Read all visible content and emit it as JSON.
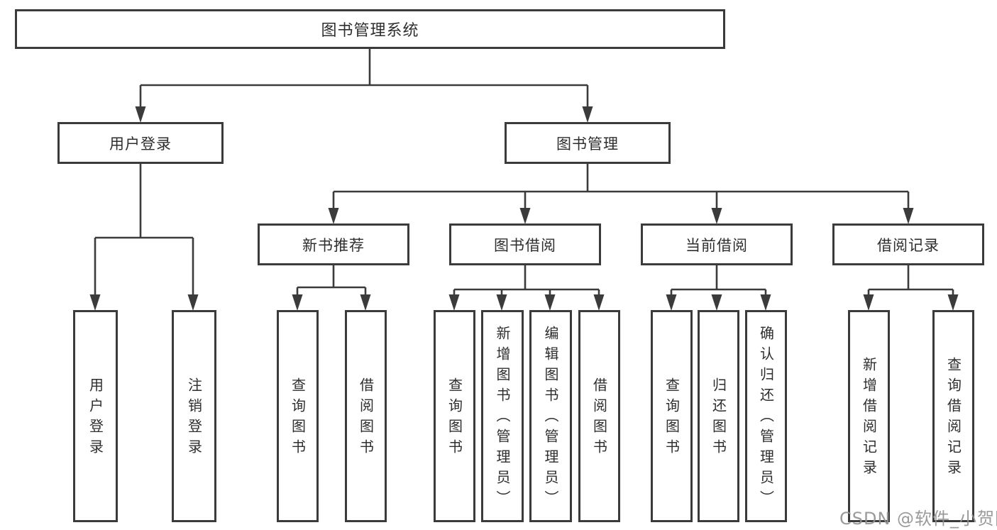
{
  "title": "图书管理系统",
  "tree": {
    "root": "图书管理系统",
    "level2": [
      {
        "label": "用户登录",
        "children": [
          "用户登录",
          "注销登录"
        ]
      },
      {
        "label": "图书管理",
        "children": [
          {
            "label": "新书推荐",
            "children": [
              "查询图书",
              "借阅图书"
            ]
          },
          {
            "label": "图书借阅",
            "children": [
              "查询图书",
              "新增图书（管理员）",
              "编辑图书（管理员）",
              "借阅图书"
            ]
          },
          {
            "label": "当前借阅",
            "children": [
              "查询图书",
              "归还图书",
              "确认归还（管理员）"
            ]
          },
          {
            "label": "借阅记录",
            "children": [
              "新增借阅记录",
              "查询借阅记录"
            ]
          }
        ]
      }
    ]
  },
  "watermark": "CSDN @软件_小贺同学",
  "colors": {
    "line": "#3b3b3b",
    "box_border": "#3b3b3b",
    "text": "#2e2e2e",
    "watermark": "#919191",
    "background": "#ffffff"
  }
}
